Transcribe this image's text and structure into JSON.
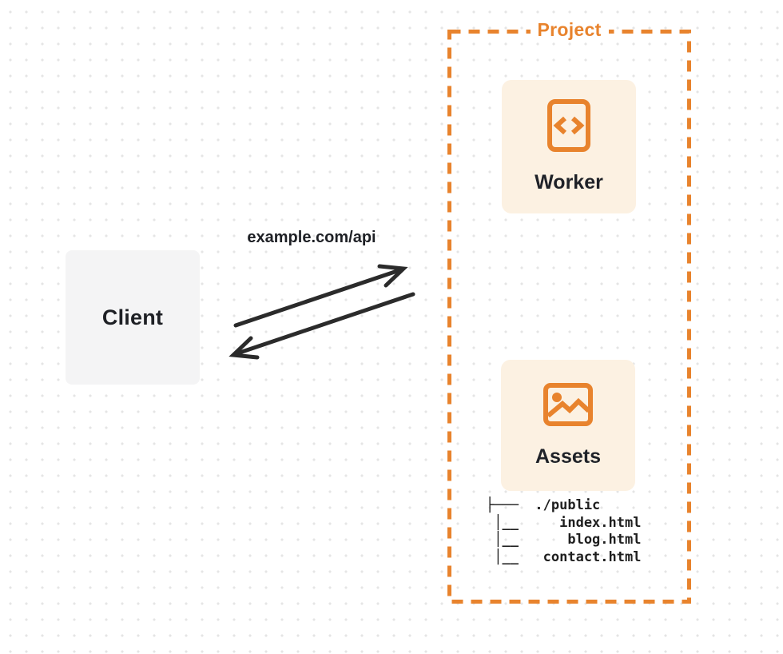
{
  "client": {
    "label": "Client"
  },
  "request": {
    "label": "example.com/api"
  },
  "project": {
    "label": "Project",
    "nodes": {
      "worker": {
        "label": "Worker",
        "icon": "code-file-icon"
      },
      "assets": {
        "label": "Assets",
        "icon": "image-gallery-icon"
      }
    },
    "file_tree": {
      "lines": [
        "├───  ./public",
        " │__     index.html",
        " │__      blog.html",
        " │__   contact.html"
      ]
    }
  },
  "colors": {
    "accent_orange": "#E8832D",
    "node_fill_cream": "#FCF1E2",
    "client_fill_gray": "#F4F4F5",
    "arrow_dark": "#2B2B2B",
    "dot_grid_gray": "#E5E5E5",
    "label_dark": "#1E2025"
  }
}
